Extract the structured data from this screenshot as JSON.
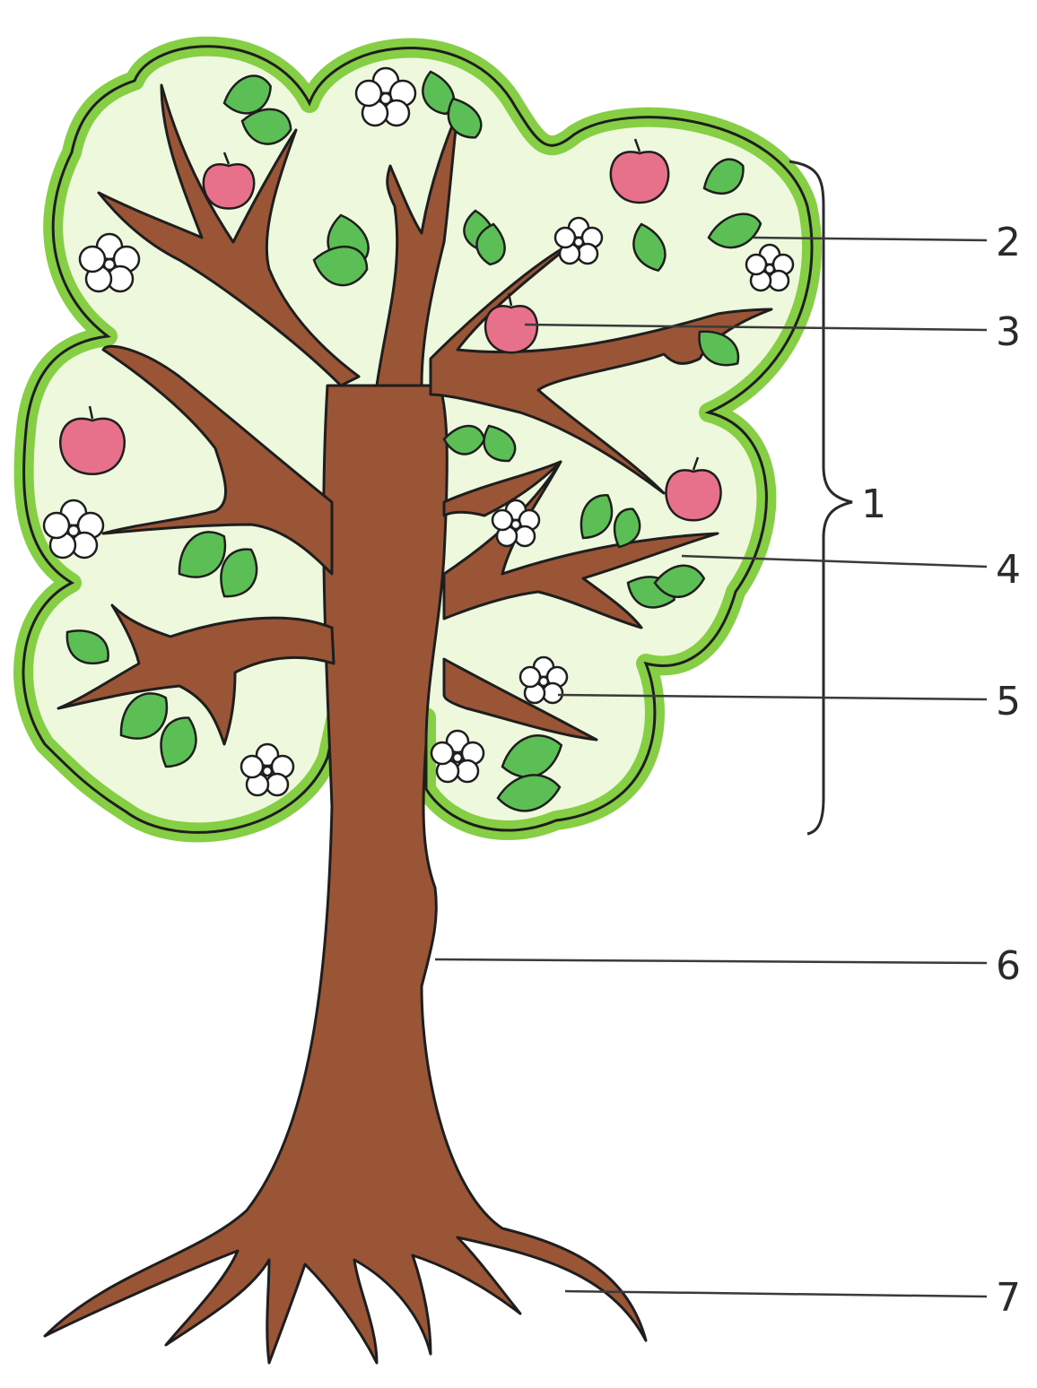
{
  "colors": {
    "crown_fill": "#eef8dc",
    "crown_edge": "#86cf45",
    "outline": "#1e1e1e",
    "trunk": "#9a5537",
    "trunk_dark": "#7e4129",
    "leaf": "#5cbf55",
    "leaf_light": "#8fd77c",
    "apple": "#e7708a",
    "flower": "#ffffff",
    "label_line": "#3a3a3a"
  },
  "icons": [
    "leaf-icon",
    "apple-icon",
    "flower-icon"
  ],
  "labels": {
    "crown": "1",
    "leaf": "2",
    "fruit": "3",
    "branch": "4",
    "flower": "5",
    "trunk": "6",
    "root": "7"
  }
}
